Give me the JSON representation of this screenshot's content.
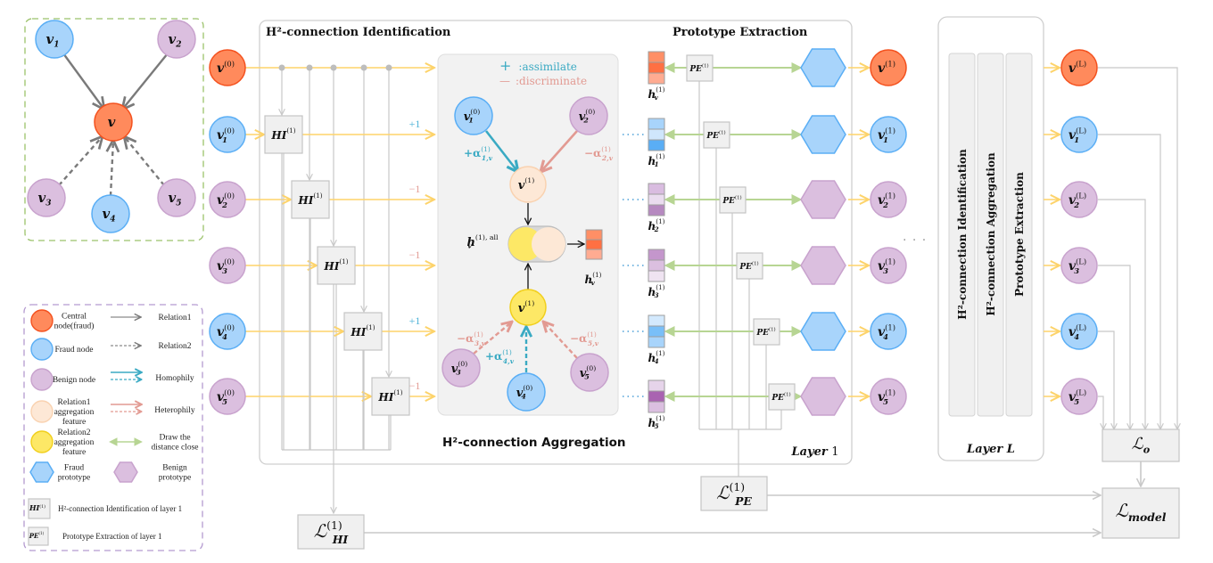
{
  "colors": {
    "fraud_central": "#ff8a5c",
    "fraud_central_stroke": "#f4511e",
    "fraud": "#a8d4fb",
    "fraud_stroke": "#5aaef5",
    "benign": "#dbbfdf",
    "benign_stroke": "#c8a2cd",
    "rel1_agg": "#fde8d6",
    "rel1_agg_stroke": "#f9d2b0",
    "rel2_agg": "#fde866",
    "rel2_agg_stroke": "#f1cf1c",
    "yellow_flow": "#fdd36a",
    "green_arrow": "#b7d593",
    "homophily": "#3aaac3",
    "heterophily": "#e29a92",
    "gray_line": "#c8c8c8",
    "box_fill": "#f0f0f0",
    "plus_color": "#4fb3d8",
    "minus_color": "#e39d95"
  },
  "example_graph": {
    "center": "v",
    "nodes": [
      {
        "id": "v1",
        "label": "v",
        "sub": "1",
        "type": "fraud",
        "relation": "Relation1"
      },
      {
        "id": "v2",
        "label": "v",
        "sub": "2",
        "type": "benign",
        "relation": "Relation1"
      },
      {
        "id": "v3",
        "label": "v",
        "sub": "3",
        "type": "benign",
        "relation": "Relation2"
      },
      {
        "id": "v4",
        "label": "v",
        "sub": "4",
        "type": "fraud",
        "relation": "Relation2"
      },
      {
        "id": "v5",
        "label": "v",
        "sub": "5",
        "type": "benign",
        "relation": "Relation2"
      }
    ]
  },
  "legend": {
    "items": [
      {
        "symbol": "central-node",
        "label_lines": [
          "Central",
          "node(fraud)"
        ]
      },
      {
        "symbol": "fraud-node",
        "label_lines": [
          "Fraud node"
        ]
      },
      {
        "symbol": "benign-node",
        "label_lines": [
          "Benign node"
        ]
      },
      {
        "symbol": "rel1-agg",
        "label_lines": [
          "Relation1",
          "aggregation",
          "feature"
        ]
      },
      {
        "symbol": "rel2-agg",
        "label_lines": [
          "Relation2",
          "aggregation",
          "feature"
        ]
      },
      {
        "symbol": "fraud-prototype",
        "label_lines": [
          "Fraud",
          "prototype"
        ]
      }
    ],
    "arrows": [
      {
        "symbol": "relation1-arrow",
        "label_lines": [
          "Relation1"
        ]
      },
      {
        "symbol": "relation2-arrow",
        "label_lines": [
          "Relation2"
        ]
      },
      {
        "symbol": "homophily-arrow",
        "label_lines": [
          "Homophily"
        ]
      },
      {
        "symbol": "heterophily-arrow",
        "label_lines": [
          "Heterophily"
        ]
      },
      {
        "symbol": "draw-close-arrow",
        "label_lines": [
          "Draw the",
          "distance close"
        ]
      },
      {
        "symbol": "benign-prototype",
        "label_lines": [
          "Benign",
          "prototype"
        ]
      }
    ],
    "hi_box_label": "HI",
    "hi_box_sup": "(1)",
    "hi_desc": "H²-connection Identification of layer 1",
    "pe_box_label": "PE",
    "pe_box_sup": "(1)",
    "pe_desc": "Prototype Extraction of layer 1"
  },
  "input_nodes": [
    {
      "label": "v",
      "sub": "",
      "sup": "(0)",
      "type": "central"
    },
    {
      "label": "v",
      "sub": "1",
      "sup": "(0)",
      "type": "fraud"
    },
    {
      "label": "v",
      "sub": "2",
      "sup": "(0)",
      "type": "benign"
    },
    {
      "label": "v",
      "sub": "3",
      "sup": "(0)",
      "type": "benign"
    },
    {
      "label": "v",
      "sub": "4",
      "sup": "(0)",
      "type": "fraud"
    },
    {
      "label": "v",
      "sub": "5",
      "sup": "(0)",
      "type": "benign"
    }
  ],
  "hi_section": {
    "title": "H²-connection Identification",
    "box_label": "HI",
    "box_sup": "(1)",
    "signs": [
      "",
      "+1",
      "−1",
      "−1",
      "+1",
      "−1"
    ]
  },
  "aggregation": {
    "title": "H²-connection Aggregation",
    "legend_plus_symbol": "+",
    "legend_plus": ":assimilate",
    "legend_minus_symbol": "—",
    "legend_minus": ":discriminate",
    "rel1_neighbors": [
      {
        "label": "v",
        "sub": "1",
        "sup": "(0)",
        "type": "fraud",
        "weight": "+α",
        "wsub": "1,v",
        "wsup": "(1)"
      },
      {
        "label": "v",
        "sub": "2",
        "sup": "(0)",
        "type": "benign",
        "weight": "−α",
        "wsub": "2,v",
        "wsup": "(1)"
      }
    ],
    "rel2_neighbors": [
      {
        "label": "v",
        "sub": "3",
        "sup": "(0)",
        "type": "benign",
        "weight": "−α",
        "wsub": "3,v",
        "wsup": "(1)"
      },
      {
        "label": "v",
        "sub": "4",
        "sup": "(0)",
        "type": "fraud",
        "weight": "+α",
        "wsub": "4,v",
        "wsup": "(1)"
      },
      {
        "label": "v",
        "sub": "5",
        "sup": "(0)",
        "type": "benign",
        "weight": "−α",
        "wsub": "5,v",
        "wsup": "(1)"
      }
    ],
    "rel1_node": {
      "label": "v",
      "sup": "(1)"
    },
    "rel2_node": {
      "label": "v",
      "sup": "(1)"
    },
    "concat_label": "h",
    "concat_sub": "v",
    "concat_sup": "(1), all",
    "output_label": "h",
    "output_sub": "v",
    "output_sup": "(1)"
  },
  "prototype_section": {
    "title": "Prototype Extraction",
    "box_label": "PE",
    "box_sup": "(1)",
    "features": [
      {
        "label": "h",
        "sub": "v",
        "sup": "(1)",
        "cells": [
          "#ff8f66",
          "#ff7043",
          "#ffab91"
        ],
        "proto": "fraud"
      },
      {
        "label": "h",
        "sub": "1",
        "sup": "(1)",
        "cells": [
          "#a8d4fb",
          "#cfe6fc",
          "#5aaef5"
        ],
        "proto": "fraud"
      },
      {
        "label": "h",
        "sub": "2",
        "sup": "(1)",
        "cells": [
          "#d9bce0",
          "#eadcef",
          "#b689c0"
        ],
        "proto": "benign"
      },
      {
        "label": "h",
        "sub": "3",
        "sup": "(1)",
        "cells": [
          "#c496cc",
          "#dbbfe0",
          "#efe3f1"
        ],
        "proto": "benign"
      },
      {
        "label": "h",
        "sub": "4",
        "sup": "(1)",
        "cells": [
          "#d3e9fd",
          "#79bff8",
          "#a8d4fb"
        ],
        "proto": "fraud"
      },
      {
        "label": "h",
        "sub": "5",
        "sup": "(1)",
        "cells": [
          "#e6d4ea",
          "#a963b1",
          "#dbbfe0"
        ],
        "proto": "benign"
      }
    ]
  },
  "layer1": {
    "label": "Layer",
    "num": "1"
  },
  "layer1_outputs": [
    {
      "label": "v",
      "sub": "",
      "sup": "(1)",
      "type": "central"
    },
    {
      "label": "v",
      "sub": "1",
      "sup": "(1)",
      "type": "fraud"
    },
    {
      "label": "v",
      "sub": "2",
      "sup": "(1)",
      "type": "benign"
    },
    {
      "label": "v",
      "sub": "3",
      "sup": "(1)",
      "type": "benign"
    },
    {
      "label": "v",
      "sub": "4",
      "sup": "(1)",
      "type": "fraud"
    },
    {
      "label": "v",
      "sub": "5",
      "sup": "(1)",
      "type": "benign"
    }
  ],
  "ellipsis": "· · ·",
  "layerL": {
    "label": "Layer",
    "num": "L",
    "columns": [
      "H²-connection Identification",
      "H²-connection Aggregation",
      "Prototype Extraction"
    ]
  },
  "layerL_outputs": [
    {
      "label": "v",
      "sub": "",
      "sup": "(L)",
      "type": "central"
    },
    {
      "label": "v",
      "sub": "1",
      "sup": "(L)",
      "type": "fraud"
    },
    {
      "label": "v",
      "sub": "2",
      "sup": "(L)",
      "type": "benign"
    },
    {
      "label": "v",
      "sub": "3",
      "sup": "(L)",
      "type": "benign"
    },
    {
      "label": "v",
      "sub": "4",
      "sup": "(L)",
      "type": "fraud"
    },
    {
      "label": "v",
      "sub": "5",
      "sup": "(L)",
      "type": "benign"
    }
  ],
  "losses": {
    "hi": {
      "symbol": "ℒ",
      "sup": "(1)",
      "sub": "HI"
    },
    "pe": {
      "symbol": "ℒ",
      "sup": "(1)",
      "sub": "PE"
    },
    "o": {
      "symbol": "ℒ",
      "sub": "o"
    },
    "model": {
      "symbol": "ℒ",
      "sub": "model"
    }
  }
}
